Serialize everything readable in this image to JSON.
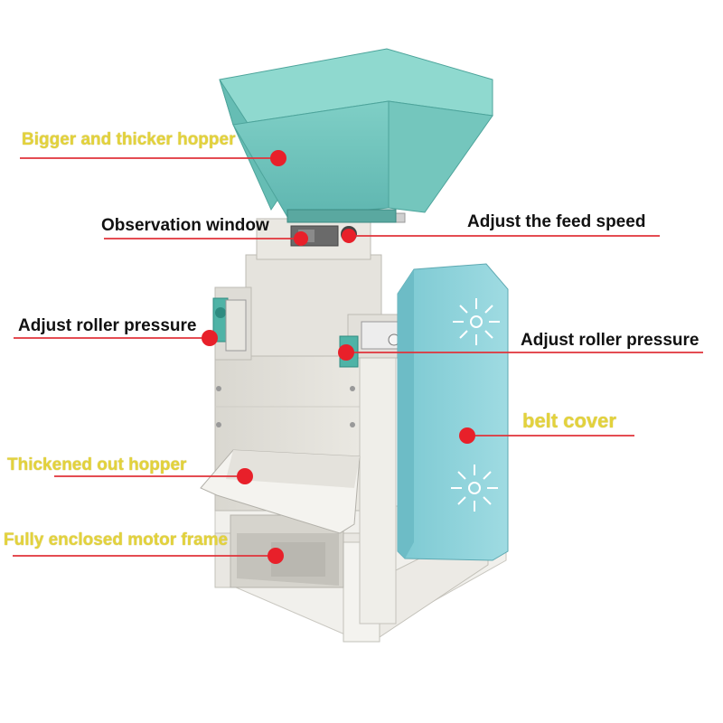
{
  "diagram": {
    "subject": "roller mill machine",
    "colors": {
      "machine_teal": "#6cc4c4",
      "machine_light_blue": "#8fd4dc",
      "machine_body": "#e4e2dc",
      "callout_line": "#e0333a",
      "callout_dot": "#e8202a",
      "label_yellow": "#e3d23c",
      "label_black": "#111111"
    },
    "callouts": [
      {
        "id": "hopper",
        "text": "Bigger and thicker hopper",
        "style": "yellow"
      },
      {
        "id": "observation",
        "text": "Observation window",
        "style": "black"
      },
      {
        "id": "feed_speed",
        "text": "Adjust the feed speed",
        "style": "black"
      },
      {
        "id": "roller_left",
        "text": "Adjust roller pressure",
        "style": "black"
      },
      {
        "id": "roller_right",
        "text": "Adjust roller pressure",
        "style": "black"
      },
      {
        "id": "belt_cover",
        "text": "belt cover",
        "style": "yellow"
      },
      {
        "id": "out_hopper",
        "text": "Thickened out hopper",
        "style": "yellow"
      },
      {
        "id": "motor_frame",
        "text": "Fully enclosed motor frame",
        "style": "yellow"
      }
    ]
  }
}
